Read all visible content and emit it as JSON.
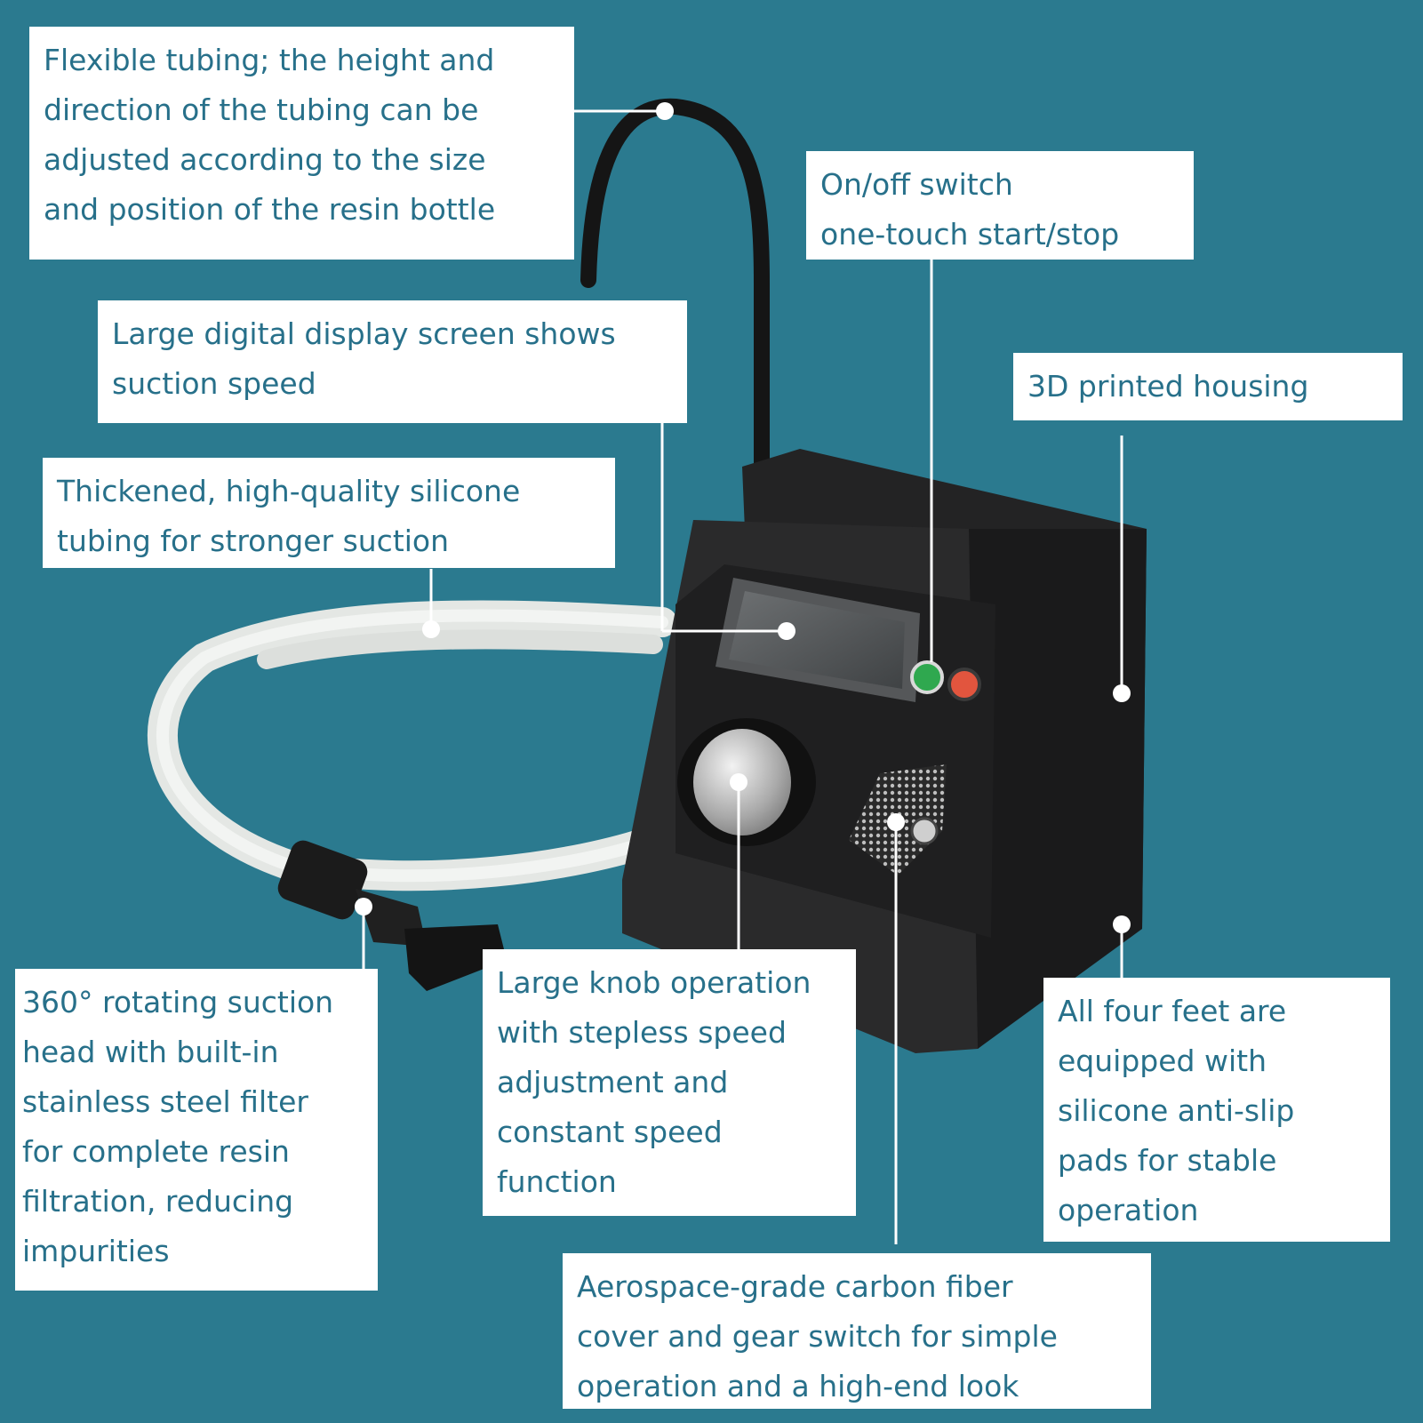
{
  "colors": {
    "background": "#2b7a8f",
    "label_bg": "#ffffff",
    "label_text": "#27708a",
    "device_body": "#1e1e1f",
    "tubing": "#eef0ee",
    "switch_green": "#2fa84f",
    "switch_red": "#e2553e"
  },
  "callouts": [
    {
      "id": "flexible-tubing",
      "text": "Flexible tubing; the height and\ndirection of the tubing can be\nadjusted according to the size\nand position of the resin bottle"
    },
    {
      "id": "on-off-switch",
      "text": "On/off switch\none-touch start/stop"
    },
    {
      "id": "digital-display",
      "text": "Large digital display screen shows\nsuction speed"
    },
    {
      "id": "3d-housing",
      "text": "3D printed housing"
    },
    {
      "id": "silicone-tubing",
      "text": "Thickened, high-quality silicone\ntubing for stronger suction"
    },
    {
      "id": "suction-head",
      "text": "360° rotating suction\nhead with built-in\nstainless steel filter\nfor complete resin\nfiltration, reducing\nimpurities"
    },
    {
      "id": "knob",
      "text": "Large knob operation\nwith stepless speed\nadjustment and\nconstant speed\nfunction"
    },
    {
      "id": "feet",
      "text": "All four feet are\nequipped with\nsilicone anti-slip\npads for stable\noperation"
    },
    {
      "id": "carbon-fiber",
      "text": "Aerospace-grade carbon fiber\ncover and gear switch for simple\noperation and a high-end look"
    }
  ]
}
